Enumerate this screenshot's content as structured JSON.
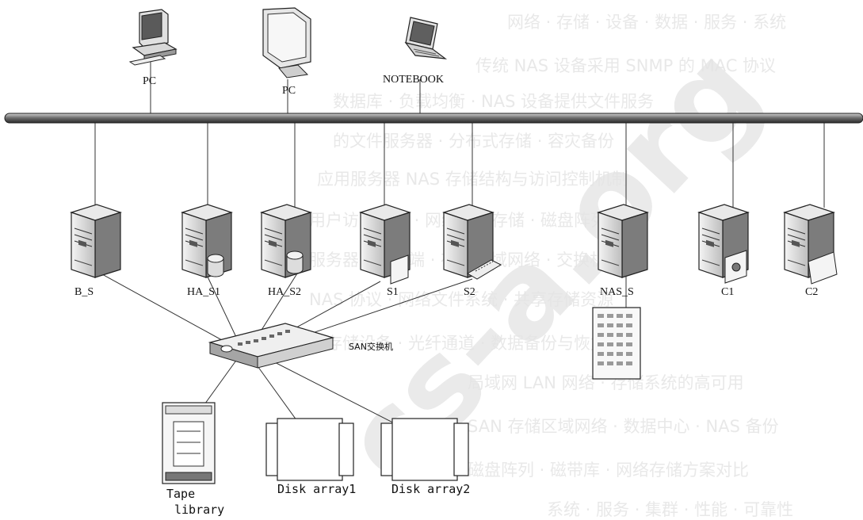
{
  "workstations": [
    {
      "id": "pc1",
      "label": "PC",
      "icon": "desktop-pc-icon"
    },
    {
      "id": "pc2",
      "label": "PC",
      "icon": "monitor-icon"
    },
    {
      "id": "notebook",
      "label": "NOTEBOOK",
      "icon": "laptop-icon"
    }
  ],
  "servers": [
    {
      "id": "b_s",
      "label": "B_S",
      "icon": "server-icon"
    },
    {
      "id": "ha_s1",
      "label": "HA_S1",
      "icon": "server-with-disk-icon"
    },
    {
      "id": "ha_s2",
      "label": "HA_S2",
      "icon": "server-with-disk-icon"
    },
    {
      "id": "s1",
      "label": "S1",
      "icon": "server-with-card-icon"
    },
    {
      "id": "s2",
      "label": "S2",
      "icon": "server-with-router-icon"
    },
    {
      "id": "nas_s",
      "label": "NAS_S",
      "icon": "server-icon"
    },
    {
      "id": "c1",
      "label": "C1",
      "icon": "server-with-disc-icon"
    },
    {
      "id": "c2",
      "label": "C2",
      "icon": "server-with-panel-icon"
    }
  ],
  "san_switch": {
    "label": "SAN交换机",
    "icon": "network-switch-icon"
  },
  "storage": [
    {
      "id": "tape",
      "label_lines": [
        "Tape",
        "library"
      ],
      "icon": "tape-library-icon"
    },
    {
      "id": "disk1",
      "label": "Disk array1",
      "icon": "disk-array-icon"
    },
    {
      "id": "disk2",
      "label": "Disk array2",
      "icon": "disk-array-icon"
    }
  ],
  "watermark": "cs-a.org"
}
